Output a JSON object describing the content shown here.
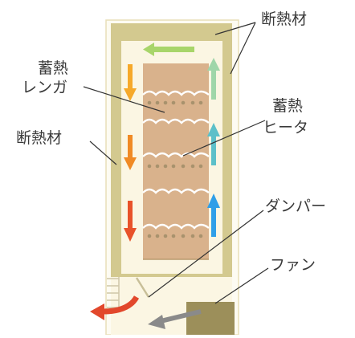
{
  "labels": {
    "insulation_top": "断熱材",
    "brick_line1": "蓄熱",
    "brick_line2": "レンガ",
    "insulation_left": "断熱材",
    "heater_line1": "蓄熱",
    "heater_line2": "ヒータ",
    "damper": "ダンパー",
    "fan": "ファン"
  },
  "colors": {
    "insulation": "#d3c98f",
    "cabinet_cream": "#fbf6e3",
    "brick": "#d9b28c",
    "top_arrow": "#a8d56a",
    "down_arrow": "#f29a1f",
    "up_arrow": "#3aa7e6",
    "out_arrow": "#e2482c",
    "fan_arrow": "#8a8a8a",
    "fan_box": "#9c8f5a"
  },
  "arrows": {
    "top": "left",
    "left_channel": "down",
    "right_channel": "up",
    "outlet": "left",
    "fan_inlet": "left"
  }
}
